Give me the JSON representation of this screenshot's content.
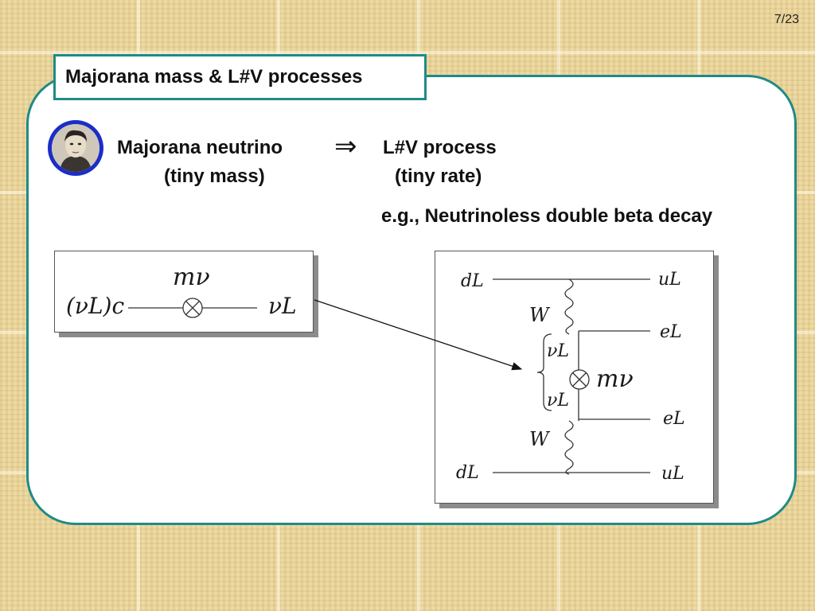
{
  "slide": {
    "number": "7/23"
  },
  "title": "Majorana mass & L#V processes",
  "left_heading": {
    "line1": "Majorana neutrino",
    "line2": "(tiny mass)"
  },
  "arrow_symbol": "⇒",
  "right_heading": {
    "line1": "L#V process",
    "line2": "(tiny rate)"
  },
  "example": "e.g., Neutrinoless double beta decay",
  "mass_diagram": {
    "mass_label": "mν",
    "left_field": "(νL)c",
    "right_field": "νL"
  },
  "decay_diagram": {
    "d_top": "dL",
    "u_top": "uL",
    "w_top": "W",
    "e_top": "eL",
    "nu_top": "νL",
    "mass_label": "mν",
    "nu_bottom": "νL",
    "e_bottom": "eL",
    "w_bottom": "W",
    "d_bottom": "dL",
    "u_bottom": "uL"
  },
  "colors": {
    "panel_border": "#1f8b86",
    "portrait_ring": "#1b2ec8",
    "background": "#e9d49a"
  },
  "icons": {
    "portrait": "majorana-portrait",
    "mass_insertion": "circled-times-icon"
  }
}
